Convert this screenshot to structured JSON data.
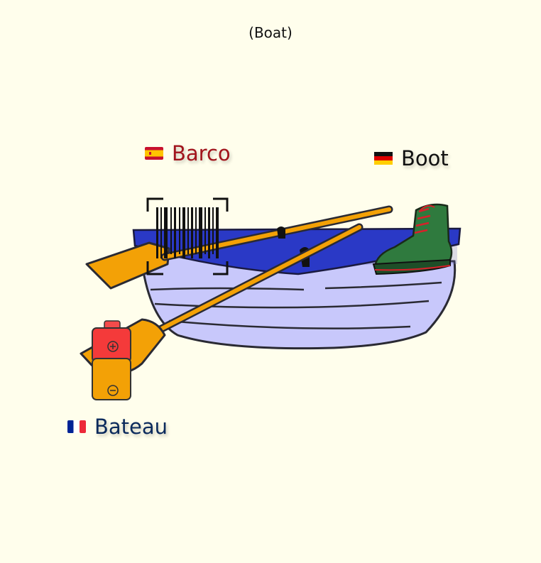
{
  "title": "(Boat)",
  "translations": [
    {
      "lang": "es",
      "word": "Barco",
      "color": "#a1141c",
      "flag": "spain-flag-icon"
    },
    {
      "lang": "de",
      "word": "Boot",
      "color": "#111111",
      "flag": "germany-flag-icon"
    },
    {
      "lang": "fr",
      "word": "Bateau",
      "color": "#0b2a5c",
      "flag": "france-flag-icon"
    }
  ],
  "illustrations": [
    "boat-illustration",
    "barcode-icon",
    "boot-icon",
    "battery-icon"
  ],
  "colors": {
    "background": "#fffeec",
    "hull": "#c8c8fb",
    "gunwale": "#2a39c6",
    "oar": "#f3a106",
    "boot": "#2f7a3e",
    "battery_top": "#f43a3a",
    "battery_bottom": "#f3a106"
  }
}
